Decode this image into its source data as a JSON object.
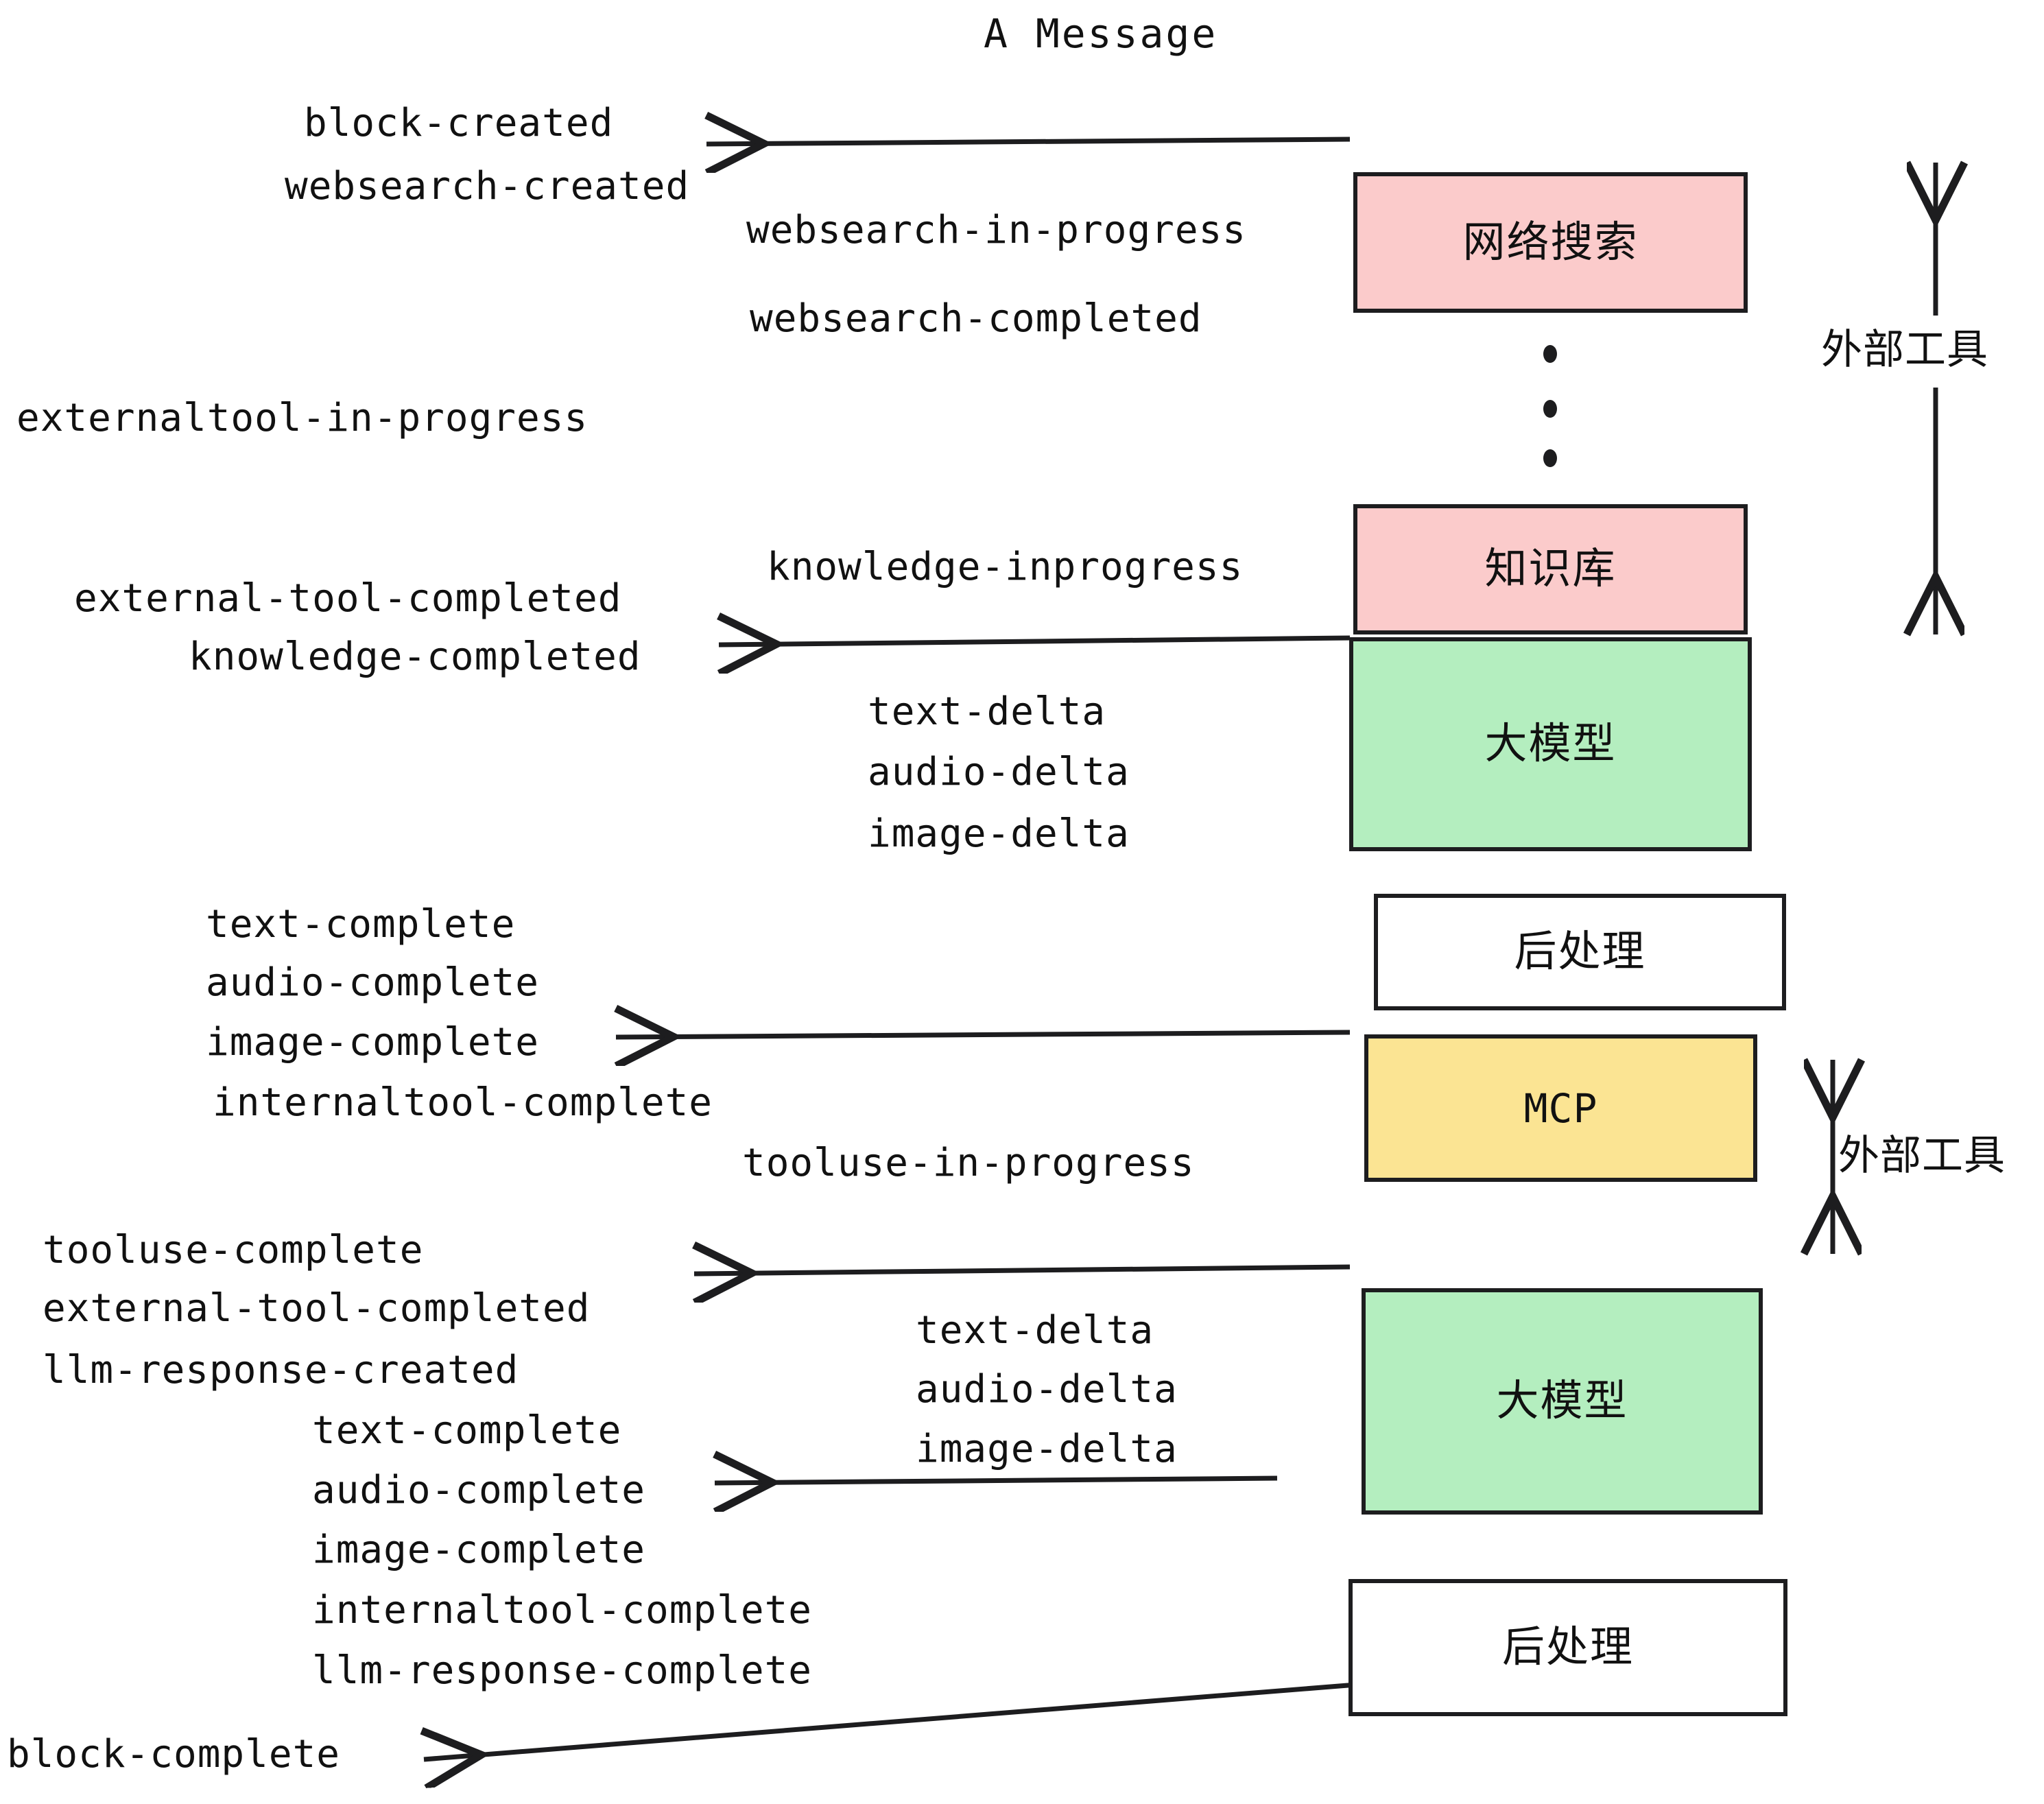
{
  "title": "A Message",
  "colors": {
    "pink": "#FBCBCB",
    "green": "#B4EEBF",
    "yellow": "#FBE493",
    "white": "#FFFFFF",
    "stroke": "#1D1D1F",
    "text": "#111111"
  },
  "nodes": [
    {
      "id": "websearch",
      "label": "网络搜索",
      "fill": "#FBCBCB"
    },
    {
      "id": "knowledge",
      "label": "知识库",
      "fill": "#FBCBCB"
    },
    {
      "id": "llm-top",
      "label": "大模型",
      "fill": "#B4EEBF"
    },
    {
      "id": "postprocess-1",
      "label": "后处理",
      "fill": "#FFFFFF"
    },
    {
      "id": "mcp",
      "label": "MCP",
      "fill": "#FBE493"
    },
    {
      "id": "llm-bottom",
      "label": "大模型",
      "fill": "#B4EEBF"
    },
    {
      "id": "postprocess-2",
      "label": "后处理",
      "fill": "#FFFFFF"
    }
  ],
  "side_labels": [
    {
      "id": "external-tool-top",
      "label": "外部工具"
    },
    {
      "id": "external-tool-bottom",
      "label": "外部工具"
    }
  ],
  "events": [
    {
      "id": "block-created",
      "text": "block-created"
    },
    {
      "id": "websearch-created",
      "text": "websearch-created"
    },
    {
      "id": "websearch-in-progress",
      "text": "websearch-in-progress"
    },
    {
      "id": "websearch-completed",
      "text": "websearch-completed"
    },
    {
      "id": "externaltool-in-progress",
      "text": "externaltool-in-progress"
    },
    {
      "id": "knowledge-inprogress",
      "text": "knowledge-inprogress"
    },
    {
      "id": "external-tool-completed-1",
      "text": "external-tool-completed"
    },
    {
      "id": "knowledge-completed",
      "text": "knowledge-completed"
    },
    {
      "id": "text-delta-1",
      "text": "text-delta"
    },
    {
      "id": "audio-delta-1",
      "text": "audio-delta"
    },
    {
      "id": "image-delta-1",
      "text": "image-delta"
    },
    {
      "id": "text-complete-1",
      "text": "text-complete"
    },
    {
      "id": "audio-complete-1",
      "text": "audio-complete"
    },
    {
      "id": "image-complete-1",
      "text": "image-complete"
    },
    {
      "id": "internaltool-complete-1",
      "text": "internaltool-complete"
    },
    {
      "id": "tooluse-in-progress",
      "text": "tooluse-in-progress"
    },
    {
      "id": "tooluse-complete",
      "text": "tooluse-complete"
    },
    {
      "id": "external-tool-completed-2",
      "text": "external-tool-completed"
    },
    {
      "id": "llm-response-created",
      "text": "llm-response-created"
    },
    {
      "id": "text-complete-2",
      "text": "text-complete"
    },
    {
      "id": "audio-complete-2",
      "text": "audio-complete"
    },
    {
      "id": "image-complete-2",
      "text": "image-complete"
    },
    {
      "id": "internaltool-complete-2",
      "text": "internaltool-complete"
    },
    {
      "id": "llm-response-complete",
      "text": "llm-response-complete"
    },
    {
      "id": "text-delta-2",
      "text": "text-delta"
    },
    {
      "id": "audio-delta-2",
      "text": "audio-delta"
    },
    {
      "id": "image-delta-2",
      "text": "image-delta"
    },
    {
      "id": "block-complete",
      "text": "block-complete"
    }
  ]
}
